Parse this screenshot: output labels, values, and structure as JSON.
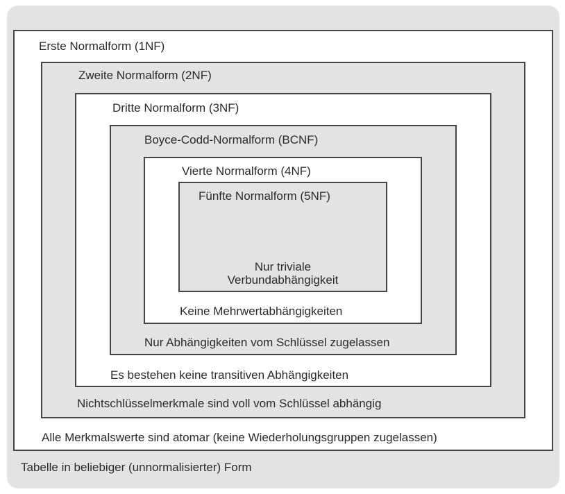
{
  "diagram": {
    "levels": [
      {
        "title": "Erste Normalform (1NF)",
        "condition": "Alle Merkmalswerte sind atomar (keine Wiederholungsgruppen zugelassen)"
      },
      {
        "title": "Zweite Normalform (2NF)",
        "condition": "Nichtschlüsselmerkmale sind voll vom Schlüssel abhängig"
      },
      {
        "title": "Dritte Normalform (3NF)",
        "condition": "Es bestehen keine transitiven Abhängigkeiten"
      },
      {
        "title": "Boyce-Codd-Normalform (BCNF)",
        "condition": "Nur Abhängigkeiten vom Schlüssel zugelassen"
      },
      {
        "title": "Vierte Normalform (4NF)",
        "condition": "Keine Mehrwertabhängigkeiten"
      },
      {
        "title": "Fünfte Normalform (5NF)",
        "condition_line1": "Nur triviale",
        "condition_line2": "Verbundabhängigkeit"
      }
    ],
    "outer_label": "Tabelle in beliebiger (unnormalisierter) Form"
  },
  "colors": {
    "panel": "#e3e3e3",
    "inner_white": "#ffffff",
    "border": "#454545"
  }
}
